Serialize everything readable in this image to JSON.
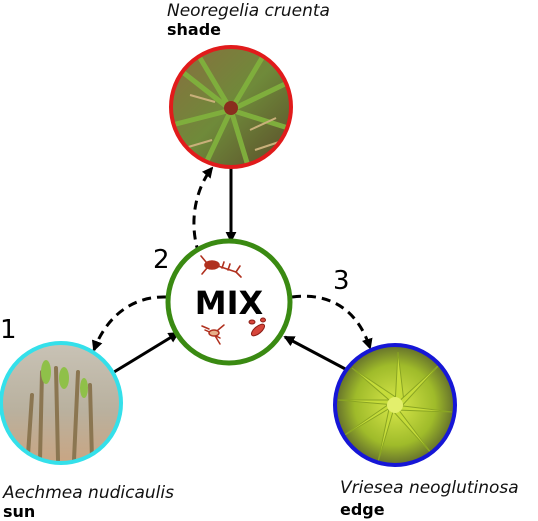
{
  "nodes": {
    "shade": {
      "species": "Neoregelia cruenta",
      "habitat": "shade",
      "ring_color": "#e11b1b"
    },
    "sun": {
      "species": "Aechmea nudicaulis",
      "habitat": "sun",
      "ring_color": "#34e0ea"
    },
    "edge": {
      "species": "Vriesea neoglutinosa",
      "habitat": "edge",
      "ring_color": "#1616d6"
    },
    "mix": {
      "label": "MIX",
      "ring_color": "#3a8a12"
    }
  },
  "step_labels": [
    "1",
    "2",
    "3"
  ],
  "colors": {
    "arrow": "#000000",
    "organism": "#b0301e"
  }
}
